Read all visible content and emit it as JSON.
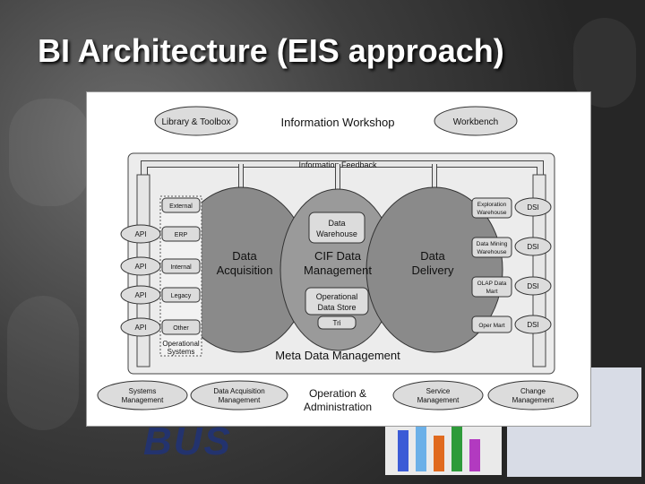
{
  "title": "BI Architecture (EIS approach)",
  "diagram": {
    "top": {
      "library_toolbox": "Library & Toolbox",
      "information_workshop": "Information Workshop",
      "workbench": "Workbench"
    },
    "information_feedback": "Information Feedback",
    "sources": {
      "external": "External",
      "erp": "ERP",
      "internal": "Internal",
      "legacy": "Legacy",
      "other": "Other",
      "operational_systems": [
        "Operational",
        "Systems"
      ]
    },
    "api": [
      "API",
      "API",
      "API",
      "API"
    ],
    "ovals": {
      "acquisition": [
        "Data",
        "Acquisition"
      ],
      "cif": [
        "CIF Data",
        "Management"
      ],
      "delivery": [
        "Data",
        "Delivery"
      ]
    },
    "stores": {
      "data_warehouse": [
        "Data",
        "Warehouse"
      ],
      "ods": [
        "Operational",
        "Data Store"
      ],
      "tri": "Tri"
    },
    "marts": {
      "exploration": [
        "Exploration",
        "Warehouse"
      ],
      "data_mining": [
        "Data Mining",
        "Warehouse"
      ],
      "olap": [
        "OLAP Data",
        "Mart"
      ],
      "oper_mart": "Oper Mart"
    },
    "dsi": [
      "DSI",
      "DSI",
      "DSI",
      "DSI"
    ],
    "meta": "Meta Data Management",
    "bottom": {
      "systems_mgmt": [
        "Systems",
        "Management"
      ],
      "data_acq_mgmt": [
        "Data Acquisition",
        "Management"
      ],
      "operation": [
        "Operation &",
        "Administration"
      ],
      "service_mgmt": [
        "Service",
        "Management"
      ],
      "change_mgmt": [
        "Change",
        "Management"
      ]
    }
  },
  "colors": {
    "oval_fill": "#8a8a8a",
    "box_fill": "#dcdcdc",
    "band_fill": "#e6e6e6",
    "title_color": "#ffffff"
  }
}
